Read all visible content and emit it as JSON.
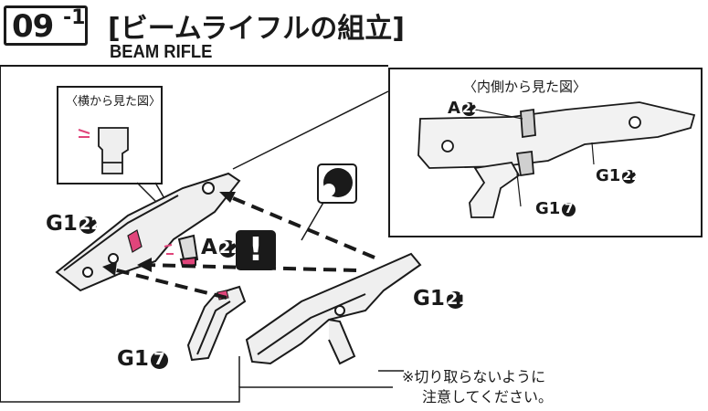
{
  "header": {
    "step_number": "09",
    "step_sub": "-1",
    "title": "[ビームライフルの組立]",
    "subtitle": "BEAM RIFLE"
  },
  "views": {
    "side_view_caption": "〈横から見た図〉",
    "inner_view_caption": "〈内側から見た図〉"
  },
  "parts": {
    "g1_22_main": {
      "prefix": "G1",
      "num": "22"
    },
    "a_22_main": {
      "prefix": "A",
      "num": "22"
    },
    "g1_21": {
      "prefix": "G1",
      "num": "21"
    },
    "g1_7_main": {
      "prefix": "G1",
      "num": "7"
    },
    "inner_a_22": {
      "prefix": "A",
      "num": "22"
    },
    "inner_g1_22": {
      "prefix": "G1",
      "num": "22"
    },
    "inner_g1_7": {
      "prefix": "G1",
      "num": "7"
    }
  },
  "warning_symbol": "!",
  "note": {
    "line1": "※切り取らないように",
    "line2": "注意してください。"
  },
  "colors": {
    "ink": "#1a1a1a",
    "highlight_pink": "#e0457b",
    "part_gray": "#dcdcdc"
  }
}
